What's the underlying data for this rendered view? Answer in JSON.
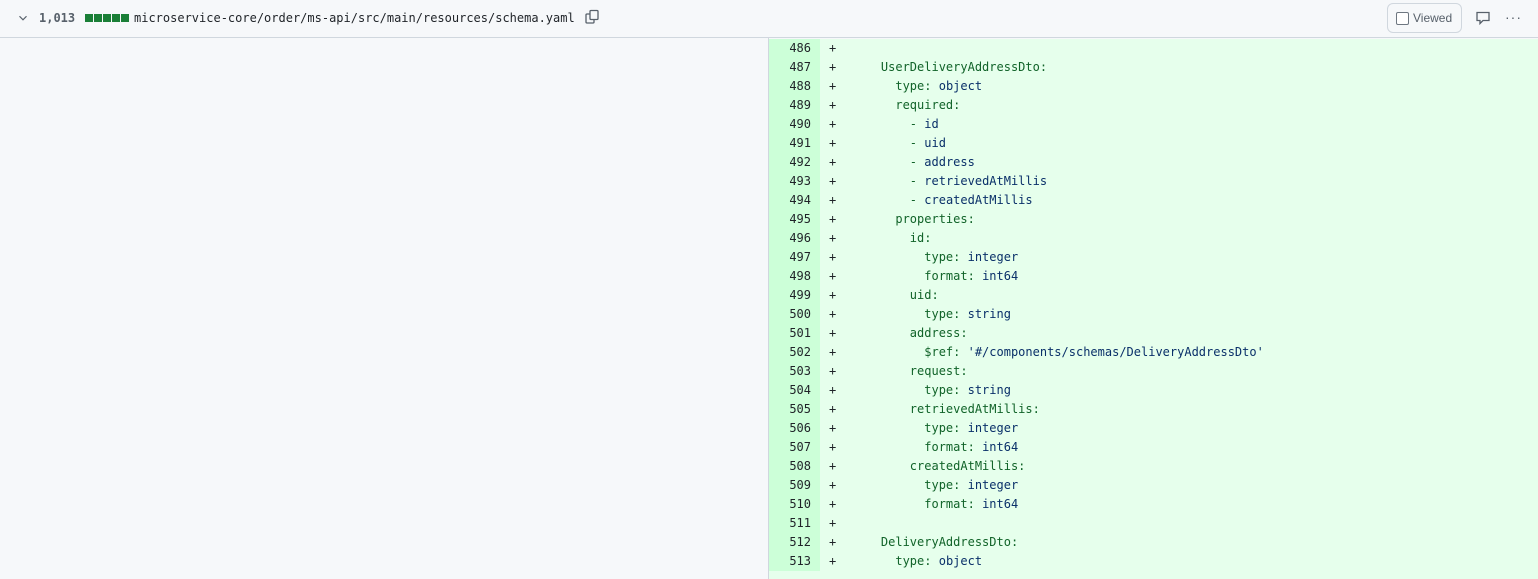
{
  "file": {
    "additions": "1,013",
    "path": "microservice-core/order/ms-api/src/main/resources/schema.yaml",
    "viewed_label": "Viewed",
    "viewed": false,
    "more_label": "···"
  },
  "lines": [
    {
      "num": "486",
      "indent": 0,
      "key": "",
      "value": ""
    },
    {
      "num": "487",
      "indent": 4,
      "key": "UserDeliveryAddressDto:",
      "value": ""
    },
    {
      "num": "488",
      "indent": 6,
      "key": "type:",
      "value": "object"
    },
    {
      "num": "489",
      "indent": 6,
      "key": "required:",
      "value": ""
    },
    {
      "num": "490",
      "indent": 8,
      "key": "-",
      "value": "id"
    },
    {
      "num": "491",
      "indent": 8,
      "key": "-",
      "value": "uid"
    },
    {
      "num": "492",
      "indent": 8,
      "key": "-",
      "value": "address"
    },
    {
      "num": "493",
      "indent": 8,
      "key": "-",
      "value": "retrievedAtMillis"
    },
    {
      "num": "494",
      "indent": 8,
      "key": "-",
      "value": "createdAtMillis"
    },
    {
      "num": "495",
      "indent": 6,
      "key": "properties:",
      "value": ""
    },
    {
      "num": "496",
      "indent": 8,
      "key": "id:",
      "value": ""
    },
    {
      "num": "497",
      "indent": 10,
      "key": "type:",
      "value": "integer"
    },
    {
      "num": "498",
      "indent": 10,
      "key": "format:",
      "value": "int64"
    },
    {
      "num": "499",
      "indent": 8,
      "key": "uid:",
      "value": ""
    },
    {
      "num": "500",
      "indent": 10,
      "key": "type:",
      "value": "string"
    },
    {
      "num": "501",
      "indent": 8,
      "key": "address:",
      "value": ""
    },
    {
      "num": "502",
      "indent": 10,
      "key": "$ref:",
      "value": "'#/components/schemas/DeliveryAddressDto'"
    },
    {
      "num": "503",
      "indent": 8,
      "key": "request:",
      "value": ""
    },
    {
      "num": "504",
      "indent": 10,
      "key": "type:",
      "value": "string"
    },
    {
      "num": "505",
      "indent": 8,
      "key": "retrievedAtMillis:",
      "value": ""
    },
    {
      "num": "506",
      "indent": 10,
      "key": "type:",
      "value": "integer"
    },
    {
      "num": "507",
      "indent": 10,
      "key": "format:",
      "value": "int64"
    },
    {
      "num": "508",
      "indent": 8,
      "key": "createdAtMillis:",
      "value": ""
    },
    {
      "num": "509",
      "indent": 10,
      "key": "type:",
      "value": "integer"
    },
    {
      "num": "510",
      "indent": 10,
      "key": "format:",
      "value": "int64"
    },
    {
      "num": "511",
      "indent": 0,
      "key": "",
      "value": ""
    },
    {
      "num": "512",
      "indent": 4,
      "key": "DeliveryAddressDto:",
      "value": ""
    },
    {
      "num": "513",
      "indent": 6,
      "key": "type:",
      "value": "object"
    }
  ],
  "marker": "+"
}
